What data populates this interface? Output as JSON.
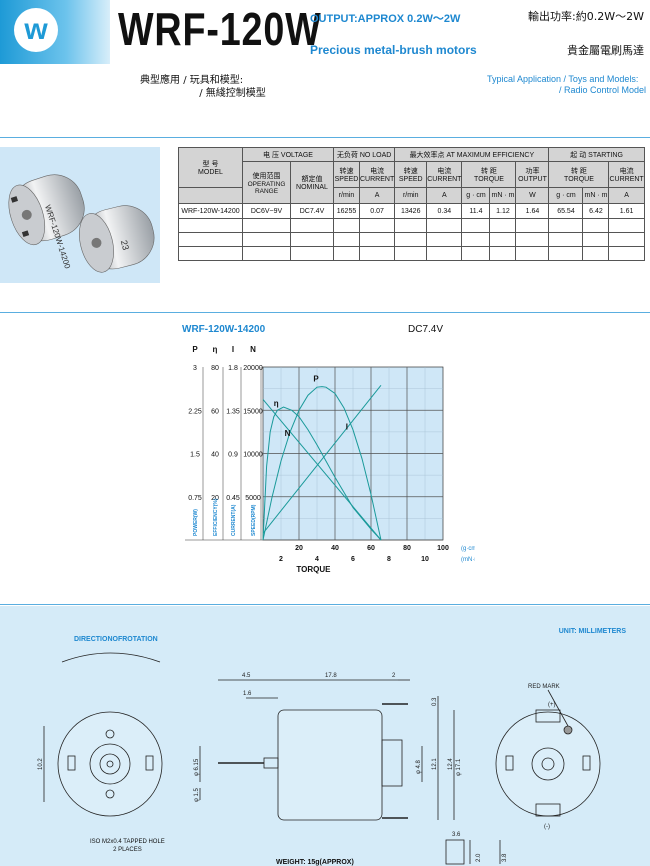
{
  "header": {
    "logo_letter": "w",
    "model": "WRF-120W",
    "output_en": "OUTPUT:APPROX 0.2W～2W",
    "output_cn": "輸出功率:約0.2W～2W",
    "subtitle_en": "Precious metal-brush motors",
    "subtitle_cn": "貴金屬電刷馬達"
  },
  "applications": {
    "cn_label": "典型應用",
    "cn_items": [
      "玩具和模型:",
      "無綫控制模型"
    ],
    "en_items": [
      "Typical Application  / Toys and Models:",
      "/ Radio Control Model"
    ]
  },
  "photo": {
    "label_a": "WRF-120W-14200",
    "label_b": "23"
  },
  "spec_table": {
    "groups": {
      "voltage": "电 压  VOLTAGE",
      "no_load": "无负荷  NO LOAD",
      "max_eff": "最大效率点  AT MAXIMUM EFFICIENCY",
      "starting": "起   动  STARTING"
    },
    "model_cn": "型   号",
    "model_en": "MODEL",
    "cols": {
      "op_range_cn": "使用范围",
      "op_range_en": "OPERATING RANGE",
      "nominal_cn": "額定值",
      "nominal_en": "NOMINAL",
      "speed_cn": "转速",
      "speed_en": "SPEED",
      "current_cn": "电流",
      "current_en": "CURRENT",
      "torque_cn": "转   距",
      "torque_en": "TORQUE",
      "output_cn": "功率",
      "output_en": "OUTPUT"
    },
    "units": {
      "rpm": "r/min",
      "amp": "A",
      "gcm": "g · cm",
      "mnm": "mN · m",
      "watt": "W"
    },
    "row": {
      "model": "WRF-120W-14200",
      "op_range": "DC6V~9V",
      "nominal": "DC7.4V",
      "nl_speed": "16255",
      "nl_current": "0.07",
      "me_speed": "13426",
      "me_current": "0.34",
      "me_torque_gcm": "11.4",
      "me_torque_mnm": "1.12",
      "me_output": "1.64",
      "st_torque_gcm": "65.54",
      "st_torque_mnm": "6.42",
      "st_current": "1.61"
    }
  },
  "chart_data": {
    "type": "line",
    "title": "WRF-120W-14200",
    "voltage": "DC7.4V",
    "xlabel": "TORQUE",
    "x_unit_gcm": "(g·cm)",
    "x_unit_mnm": "(mN·m)",
    "x_ticks_gcm": [
      "20",
      "40",
      "60",
      "80",
      "100"
    ],
    "x_ticks_mnm": [
      "2",
      "4",
      "6",
      "8",
      "10"
    ],
    "xlim_gcm": [
      0,
      100
    ],
    "axis_letters": [
      "P",
      "η",
      "I",
      "N"
    ],
    "axis_names": [
      "POWER(W)",
      "EFFICIENCY(%)",
      "CURRENT(A)",
      "SPEED(RPM)"
    ],
    "y_ticks": {
      "P": [
        "0.75",
        "1.5",
        "2.25",
        "3"
      ],
      "eta": [
        "20",
        "40",
        "60",
        "80"
      ],
      "I": [
        "0.45",
        "0.9",
        "1.35",
        "1.8"
      ],
      "N": [
        "5000",
        "10000",
        "15000",
        "20000"
      ]
    },
    "ylim": {
      "P": [
        0,
        3
      ],
      "eta": [
        0,
        80
      ],
      "I": [
        0,
        1.8
      ],
      "N": [
        0,
        20000
      ]
    },
    "series": [
      {
        "name": "N",
        "axis": "N",
        "x": [
          0,
          65.54
        ],
        "y": [
          16255,
          0
        ]
      },
      {
        "name": "I",
        "axis": "I",
        "x": [
          0,
          65.54
        ],
        "y": [
          0.07,
          1.61
        ]
      },
      {
        "name": "P",
        "axis": "P",
        "x": [
          0,
          5,
          10,
          15,
          20,
          25,
          30,
          32.77,
          35,
          40,
          45,
          50,
          55,
          60,
          65.54
        ],
        "y": [
          0,
          0.74,
          1.37,
          1.87,
          2.25,
          2.51,
          2.65,
          2.66,
          2.65,
          2.54,
          2.29,
          1.91,
          1.41,
          0.79,
          0
        ]
      },
      {
        "name": "η",
        "axis": "eta",
        "x": [
          0,
          2,
          4,
          6,
          8,
          11.4,
          16,
          20,
          25,
          30,
          40,
          50,
          60,
          65.54
        ],
        "y": [
          0,
          34,
          50,
          57,
          60,
          61.5,
          60,
          57,
          51,
          44,
          29,
          15,
          5,
          0
        ]
      }
    ],
    "curve_labels": [
      "P",
      "η",
      "N",
      "I"
    ],
    "grid": true
  },
  "drawing": {
    "direction_label": "DIRECTIONOFROTATION",
    "unit_label": "UNIT: MILLIMETERS",
    "red_mark": "RED MARK",
    "plus": "(+)",
    "minus": "(-)",
    "iso_label": [
      "ISO M2x0.4 TAPPED HOLE",
      "2 PLACES"
    ],
    "weight_label": "WEIGHT: 15g(APPROX)",
    "dims": {
      "d_4_5": "4.5",
      "d_17_8": "17.8",
      "d_2": "2",
      "d_1_6": "1.6",
      "d_0_3": "0.3",
      "d_12_4": "12.4",
      "d_10_2": "10.2",
      "d_phi_6_15": "φ 6.15",
      "d_phi_1_5": "φ 1.5",
      "d_phi_4_8": "φ 4.8",
      "d_12_1": "12.1",
      "d_phi_17_1": "φ 17.1",
      "d_3_6": "3.6",
      "d_2_0": "2.0",
      "d_3_8": "3.8"
    }
  }
}
